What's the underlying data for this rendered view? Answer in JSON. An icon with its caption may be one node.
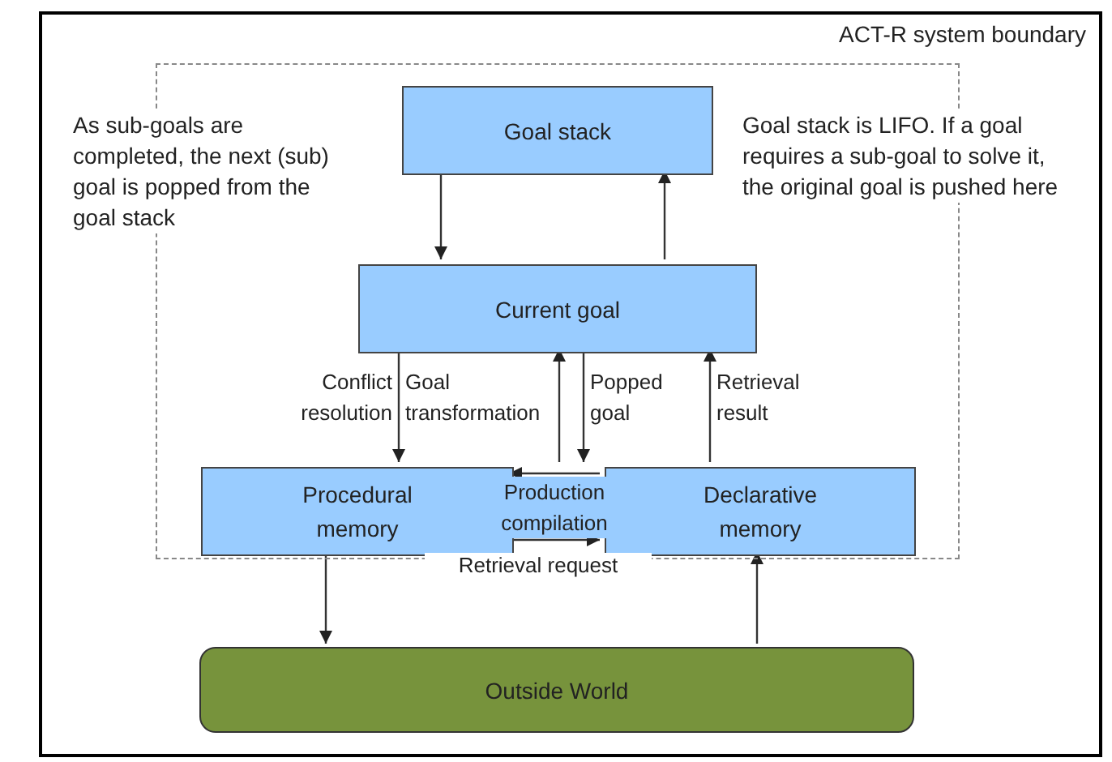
{
  "diagram": {
    "nodes": [
      {
        "text": [
          "ACT-R system boundary"
        ]
      },
      {
        "text": [],
        "shape": "box",
        "in": 0
      },
      {
        "text": [
          "Goal stack"
        ],
        "in": 1
      },
      {
        "text": [
          "Current goal"
        ],
        "in": 1
      },
      {
        "text": [
          "Procedural memory"
        ],
        "in": 1
      },
      {
        "text": [
          "Declarative memory"
        ],
        "in": 1
      },
      {
        "text": [
          "Outside World"
        ],
        "in": 0
      }
    ],
    "edges": [
      {
        "from": 2,
        "to": 3,
        "arrow": "to"
      },
      {
        "from": 3,
        "to": 2,
        "arrow": "to"
      },
      {
        "from": 3,
        "to": 4,
        "arrow": "to",
        "label": "Conflict resolution"
      },
      {
        "from": 4,
        "to": 3,
        "arrow": "to",
        "label": "Goal transformation"
      },
      {
        "from": 3,
        "to": 5,
        "arrow": "to",
        "label": "Popped goal"
      },
      {
        "from": 5,
        "to": 3,
        "arrow": "to",
        "label": "Retrieval result"
      },
      {
        "from": 5,
        "to": 4,
        "arrow": "to",
        "label": "Production compilation"
      },
      {
        "from": 4,
        "to": 5,
        "arrow": "to",
        "label": "Retrieval request"
      },
      {
        "from": 4,
        "to": 6,
        "arrow": "to"
      },
      {
        "from": 6,
        "to": 5,
        "arrow": "to"
      }
    ],
    "labels": [
      "As sub-goals are completed, the next (sub) goal is popped from the goal stack",
      "Goal stack is LIFO. If a goal requires a sub-goal to solve it, the original goal is pushed here"
    ]
  }
}
